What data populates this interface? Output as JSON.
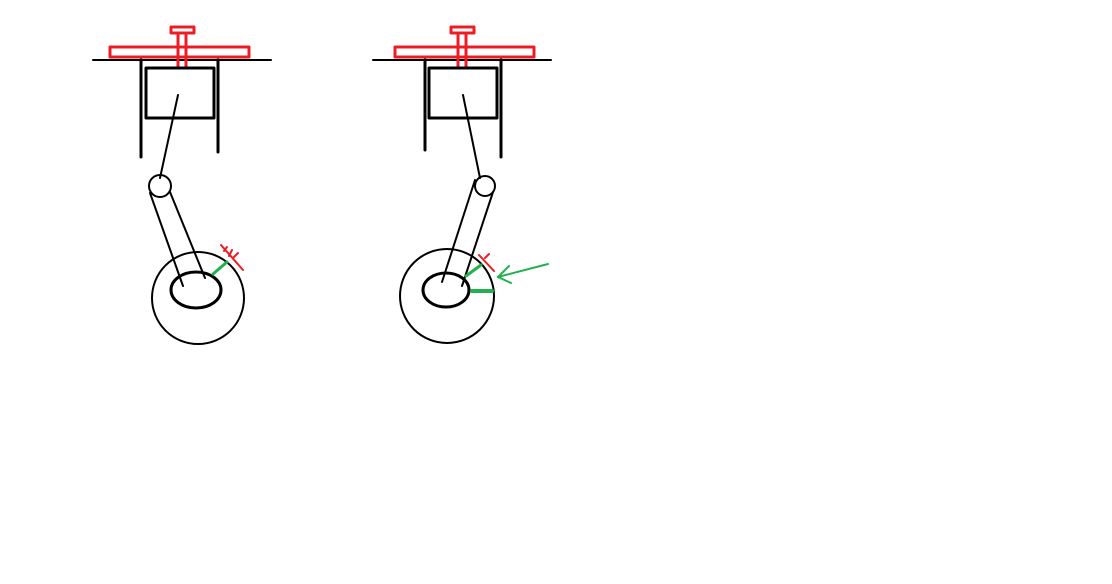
{
  "diagrams": [
    {
      "id": "left",
      "crank_marker": "red-tick",
      "arrow": false
    },
    {
      "id": "right",
      "crank_marker": "red-tick",
      "arrow": true
    }
  ],
  "colors": {
    "ink": "#000000",
    "red": "#ed1c24",
    "green": "#22b14c",
    "background": "#ffffff"
  }
}
